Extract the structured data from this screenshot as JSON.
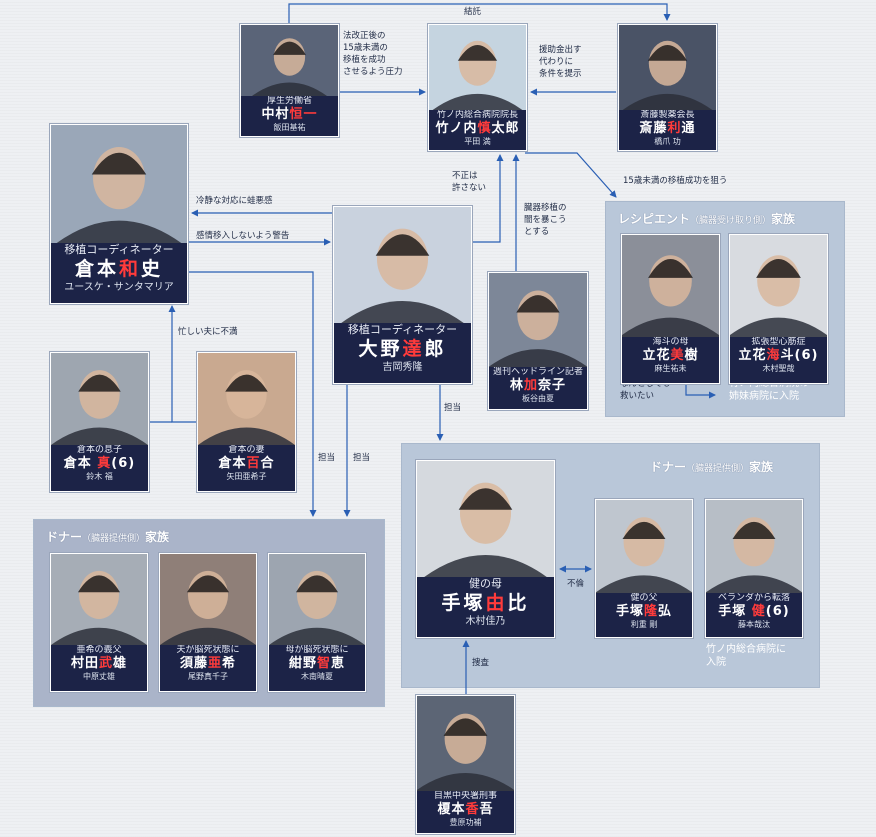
{
  "colors": {
    "arrow": "#2a5fb4",
    "card_bg": "#1c2347",
    "group_bg": "#b9c7d9",
    "highlight": "#ff3b3b"
  },
  "groups": {
    "recipient": {
      "title": "レシピエント",
      "title_sub": "（臓器受け取り側）",
      "title_suffix": "家族"
    },
    "donor_right": {
      "title": "ドナー",
      "title_sub": "（臓器提供側）",
      "title_suffix": "家族"
    },
    "donor_left": {
      "title": "ドナー",
      "title_sub": "（臓器提供側）",
      "title_suffix": "家族"
    }
  },
  "people": {
    "nakamura": {
      "role": "厚生労働省",
      "name": [
        "中村",
        "恒一"
      ],
      "highlight_index": 1,
      "actor": "飯田基祐"
    },
    "takenouchi": {
      "role": "竹ノ内総合病院院長",
      "name": [
        "竹ノ内",
        "慎",
        "太郎"
      ],
      "highlight_index": 1,
      "actor": "平田 満"
    },
    "saito": {
      "role": "斎藤製薬会長",
      "name": [
        "斎藤",
        "利",
        "通"
      ],
      "highlight_index": 1,
      "actor": "橋爪 功"
    },
    "kuramoto": {
      "role": "移植コーディネーター",
      "name": [
        "倉本",
        "和",
        "史"
      ],
      "highlight_index": 1,
      "actor": "ユースケ・サンタマリア"
    },
    "ono": {
      "role": "移植コーディネーター",
      "name": [
        "大野",
        "達",
        "郎"
      ],
      "highlight_index": 1,
      "actor": "吉岡秀隆"
    },
    "hayashi": {
      "role": "週刊ヘッドライン記者",
      "name": [
        "林",
        "加",
        "奈子"
      ],
      "highlight_index": 1,
      "actor": "板谷由夏"
    },
    "tachibana_mother": {
      "role": "海斗の母",
      "name": [
        "立花",
        "美",
        "樹"
      ],
      "highlight_index": 1,
      "actor": "麻生祐未"
    },
    "tachibana_son": {
      "role": "拡張型心筋症",
      "name": [
        "立花",
        "海",
        "斗(6)"
      ],
      "highlight_index": 1,
      "actor": "木村聖哉"
    },
    "kuramoto_son": {
      "role": "倉本の息子",
      "name": [
        "倉本 ",
        "真",
        "(6)"
      ],
      "highlight_index": 1,
      "actor": "鈴木 福"
    },
    "kuramoto_wife": {
      "role": "倉本の妻",
      "name": [
        "倉本",
        "百",
        "合"
      ],
      "highlight_index": 1,
      "actor": "矢田亜希子"
    },
    "tezuka_mother": {
      "role": "健の母",
      "name": [
        "手塚",
        "由",
        "比"
      ],
      "highlight_index": 1,
      "actor": "木村佳乃"
    },
    "tezuka_father": {
      "role": "健の父",
      "name": [
        "手塚",
        "隆",
        "弘"
      ],
      "highlight_index": 1,
      "actor": "利重 剛"
    },
    "tezuka_son": {
      "role": "ベランダから転落",
      "name": [
        "手塚 ",
        "健",
        "(6)"
      ],
      "highlight_index": 1,
      "actor": "藤本哉汰"
    },
    "murata": {
      "role": "亜希の義父",
      "name": [
        "村田",
        "武",
        "雄"
      ],
      "highlight_index": 1,
      "actor": "中原丈雄"
    },
    "sudo": {
      "role": "夫が脳死状態に",
      "name": [
        "須藤",
        "亜",
        "希"
      ],
      "highlight_index": 1,
      "actor": "尾野真千子"
    },
    "konno": {
      "role": "母が脳死状態に",
      "name": [
        "紺野",
        "智",
        "恵"
      ],
      "highlight_index": 1,
      "actor": "木南晴夏"
    },
    "enomoto": {
      "role": "目黒中央署刑事",
      "name": [
        "榎本",
        "香",
        "吾"
      ],
      "highlight_index": 1,
      "actor": "豊原功補"
    }
  },
  "labels": {
    "kekutaku": "結託",
    "pressure": "法改正後の\n15歳未満の\n移植を成功\nさせるよう圧力",
    "funding": "援助金出す\n代わりに\n条件を提示",
    "aim": "15歳未満の移植成功を狙う",
    "cold": "冷静な対応に蛙悪感",
    "warning": "感情移入しないよう警告",
    "unforgivable": "不正は\n許さない",
    "expose": "臓器移植の\n闇を暴こう\nとする",
    "busy": "忙しい夫に不満",
    "want_save": "なんとしても\n救いたい",
    "tanto1": "担当",
    "tanto2": "担当",
    "tanto3": "担当",
    "furin": "不倫",
    "sousa": "捜査"
  },
  "notes": {
    "sister_hospital": "竹ノ内総合病院の\n姉妹病院に入院",
    "main_hospital": "竹ノ内総合病院に\n入院"
  }
}
